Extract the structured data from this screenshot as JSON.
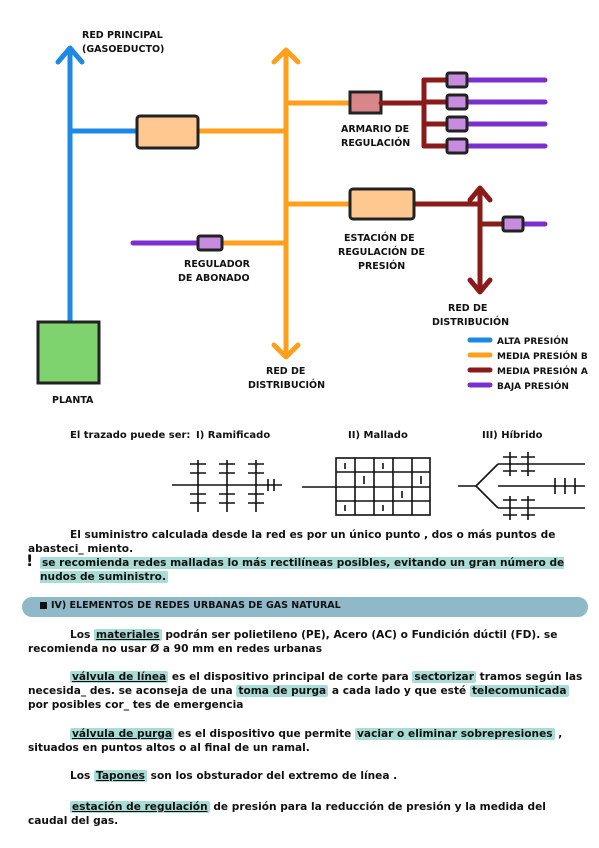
{
  "diagram": {
    "labels": {
      "red_principal": "RED PRINCIPAL",
      "gasoeducto": "(GASOEDUCTO)",
      "armario_1": "ARMARIO DE",
      "armario_2": "REGULACIÓN",
      "estacion_1": "ESTACIÓN DE",
      "estacion_2": "REGULACIÓN DE",
      "estacion_3": "PRESIÓN",
      "regulador_1": "REGULADOR",
      "regulador_2": "DE ABONADO",
      "red_dist_right_1": "RED DE",
      "red_dist_right_2": "DISTRIBUCIÓN",
      "red_dist_bottom_1": "RED DE",
      "red_dist_bottom_2": "DISTRIBUCIÓN",
      "planta": "PLANTA"
    },
    "legend": [
      {
        "label": "ALTA PRESIÓN",
        "color": "#1e88e5"
      },
      {
        "label": "MEDIA PRESIÓN B",
        "color": "#ff9f1c"
      },
      {
        "label": "MEDIA PRESIÓN A",
        "color": "#8b1a1a"
      },
      {
        "label": "BAJA PRESIÓN",
        "color": "#7b2fd0"
      }
    ],
    "colors": {
      "compressor_fill": "#ffc890",
      "armario_fill": "#d9868a",
      "planta_fill": "#7ed36f",
      "regulator_fill": "#c78ce0"
    }
  },
  "trazado": {
    "intro": "El trazado puede ser:",
    "t1": "I) Ramificado",
    "t2": "II) Mallado",
    "t3": "III) Híbrido"
  },
  "text": {
    "suministro": "El suministro calculada desde la red es por un único punto , dos o más puntos de abasteci_ miento.",
    "nota_bang": "!",
    "nota": "se recomienda redes malladas lo más rectilíneas posibles, evitando un gran número de nudos de suministro.",
    "section_title": "IV) ELEMENTOS DE REDES URBANAS DE GAS NATURAL",
    "p1_a": "Los",
    "p1_hl": "materiales",
    "p1_b": "podrán ser polietileno (PE), Acero (AC) o Fundición dúctil (FD). se recomienda no usar Ø a 90 mm en redes urbanas",
    "p2_hl1": "válvula de línea",
    "p2_a": "es el dispositivo principal de corte para",
    "p2_hl2": "sectorizar",
    "p2_b": "tramos según las necesida_ des. se aconseja de una",
    "p2_hl3": "toma de purga",
    "p2_c": "a cada lado y que esté",
    "p2_hl4": "telecomunicada",
    "p2_d": "por posibles cor_ tes de emergencia",
    "p3_hl1": "válvula de purga",
    "p3_a": "es el dispositivo que permite",
    "p3_hl2": "vaciar o eliminar sobrepresiones",
    "p3_b": ", situados en puntos altos o al final de un ramal.",
    "p4_a": "Los",
    "p4_hl": "Tapones",
    "p4_b": "son los obsturador del extremo de línea .",
    "p5_hl": "estación de regulación",
    "p5_a": "de presión para la reducción de presión y la medida del caudal del gas."
  }
}
